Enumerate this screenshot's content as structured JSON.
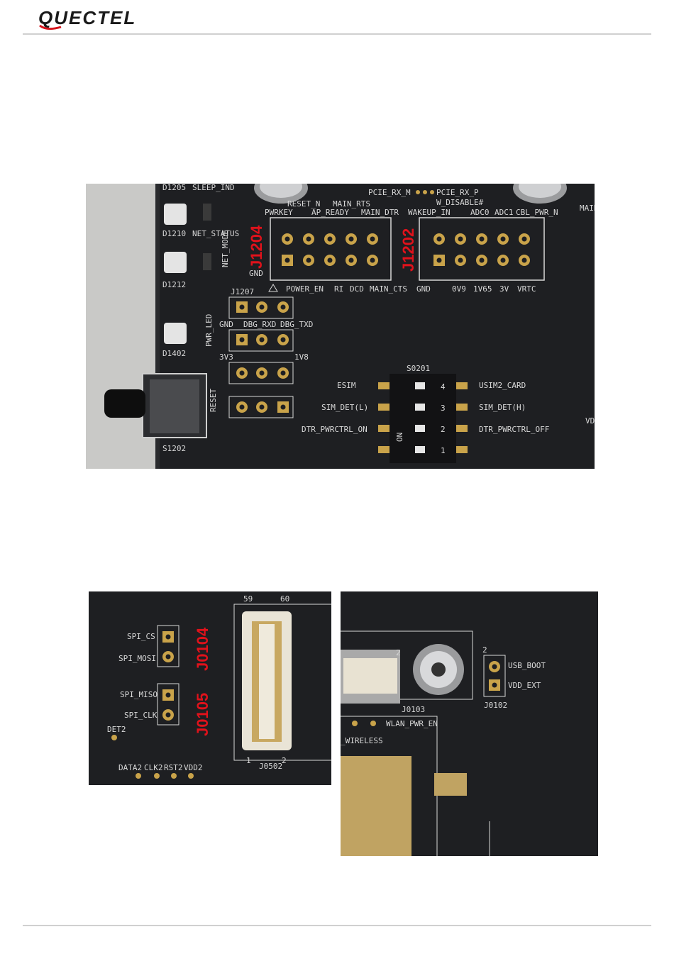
{
  "header": {
    "brand": "QUECTEL",
    "brand_color": "#1a1a1a",
    "accent_color": "#d6141c"
  },
  "photo1": {
    "leds": [
      "D1205",
      "SLEEP_IND",
      "D1210",
      "NET_STATUS",
      "NET_MODE",
      "D1212",
      "PWR_LED",
      "D1402"
    ],
    "reset": [
      "RESET",
      "S1202"
    ],
    "j1204": {
      "label": "J1204",
      "top": [
        "PWRKEY",
        "AP_READY",
        "MAIN_DTR"
      ],
      "top2": [
        "RESET_N",
        "MAIN_RTS"
      ],
      "bottom": [
        "GND",
        "POWER_EN",
        "RI",
        "DCD",
        "MAIN_CTS"
      ]
    },
    "j1202": {
      "label": "J1202",
      "top": [
        "WAKEUP_IN",
        "ADC0",
        "ADC1",
        "CBL_PWR_N"
      ],
      "bottom": [
        "GND",
        "0V9",
        "1V65",
        "3V",
        "VRTC"
      ]
    },
    "pcie": [
      "PCIE_RX_M",
      "PCIE_RX_P",
      "W_DISABLE#",
      "MAIN"
    ],
    "j1207": {
      "label": "J1207",
      "row1": [
        "GND",
        "DBG_RXD",
        "DBG_TXD"
      ],
      "row2": [
        "3V3",
        "1V8"
      ]
    },
    "s0201": {
      "label": "S0201",
      "left": [
        "ESIM",
        "SIM_DET(L)",
        "DTR_PWRCTRL_ON"
      ],
      "right": [
        "USIM2_CARD",
        "SIM_DET(H)",
        "DTR_PWRCTRL_OFF"
      ],
      "nums": [
        "4",
        "3",
        "2",
        "1"
      ],
      "on": "ON",
      "vd": "VD"
    }
  },
  "photo2": {
    "j0104": {
      "label": "J0104",
      "pins": [
        "SPI_CS",
        "SPI_MOSI"
      ]
    },
    "j0105": {
      "label": "J0105",
      "pins": [
        "SPI_MISO",
        "SPI_CLK"
      ]
    },
    "det": "DET2",
    "bottom_pins": [
      "DATA2",
      "CLK2",
      "RST2",
      "VDD2"
    ],
    "j0502": {
      "label": "J0502",
      "n59": "59",
      "n60": "60",
      "n1": "1",
      "n2": "2"
    }
  },
  "photo3": {
    "j0102": {
      "label": "J0102",
      "pins": [
        "USB_BOOT",
        "VDD_EXT"
      ],
      "n2": "2"
    },
    "j0103": "J0103",
    "wlan": "WLAN_PWR_EN",
    "wireless": "_WIRELESS",
    "n2": "2"
  }
}
